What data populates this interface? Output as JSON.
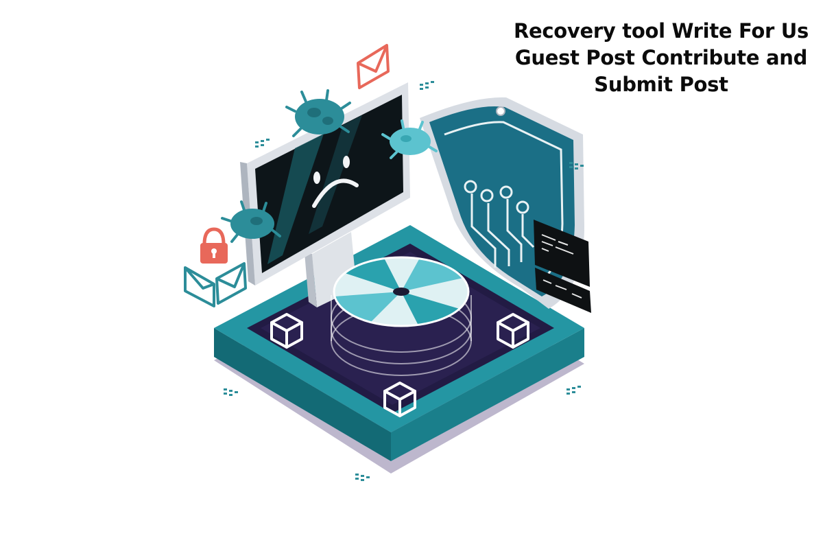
{
  "title": {
    "lines": [
      "Recovery tool Write For Us",
      "Guest Post Contribute and",
      "Submit Post"
    ]
  },
  "illustration": {
    "subject": "isometric data recovery illustration",
    "icons": [
      "monitor-sad-face-icon",
      "virus-icon",
      "shield-circuit-icon",
      "disk-icon",
      "cube-icon",
      "envelope-icon",
      "padlock-icon",
      "code-card-icon"
    ],
    "colors": {
      "teal": "#1e8a96",
      "teal_light": "#5cc3cf",
      "teal_dark": "#136a75",
      "navy": "#1f1a3d",
      "platform_shadow": "#bbb5cc",
      "shield": "#1b6f86",
      "shield_rim": "#d6dbe2",
      "screen": "#0c1418",
      "monitor_frame": "#d9dde3",
      "envelope_red": "#e8685a",
      "virus": "#2c8d99",
      "white": "#ffffff"
    }
  }
}
